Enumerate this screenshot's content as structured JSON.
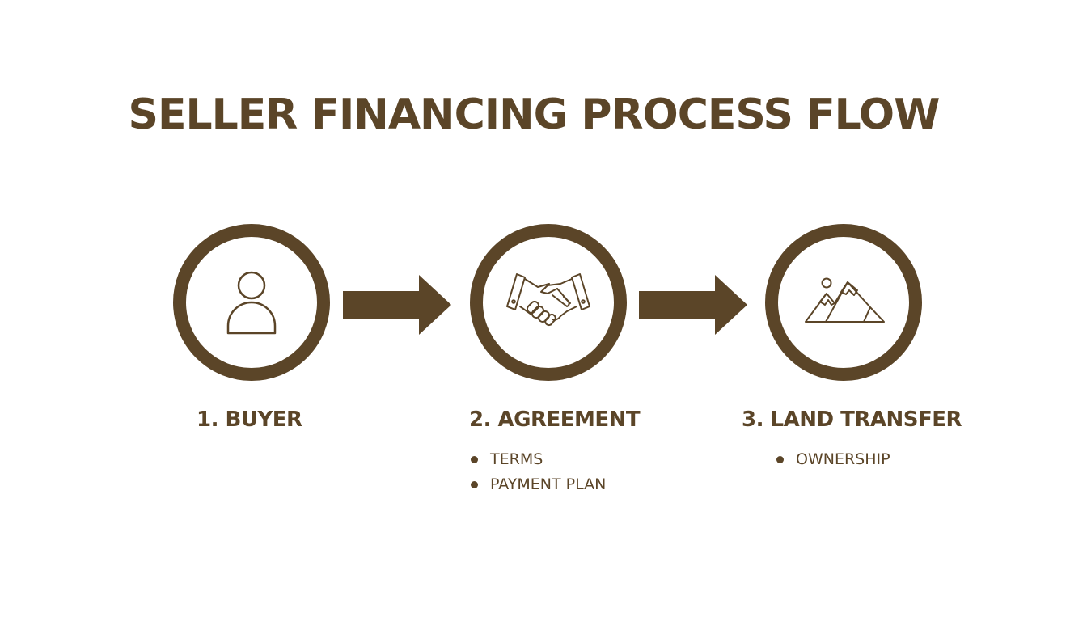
{
  "title": "SELLER FINANCING PROCESS FLOW",
  "colors": {
    "primary": "#5b4528",
    "background": "#ffffff"
  },
  "steps": [
    {
      "label": "1. BUYER",
      "icon": "person-icon",
      "bullets": []
    },
    {
      "label": "2. AGREEMENT",
      "icon": "handshake-icon",
      "bullets": [
        "TERMS",
        "PAYMENT PLAN"
      ]
    },
    {
      "label": "3. LAND TRANSFER",
      "icon": "mountain-icon",
      "bullets": [
        "OWNERSHIP"
      ]
    }
  ]
}
